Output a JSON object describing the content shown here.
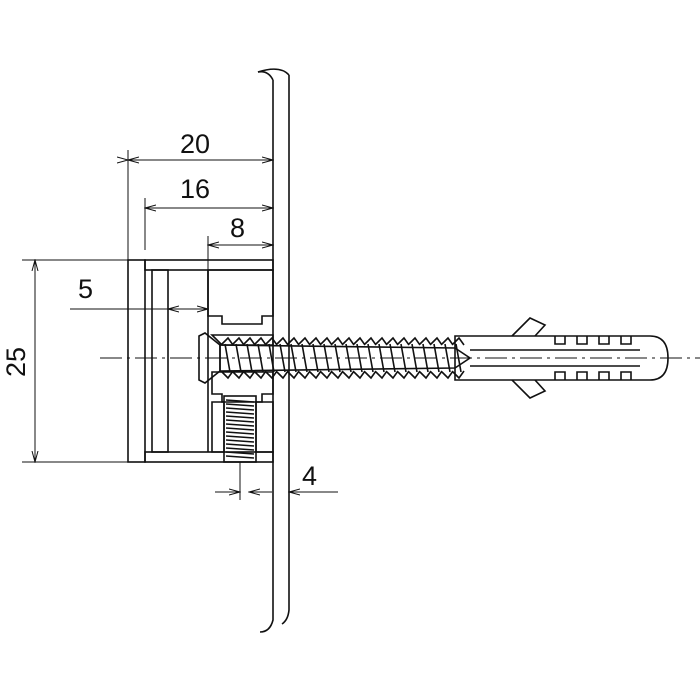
{
  "dimensions": {
    "total_depth": "20",
    "inner_depth": "16",
    "mount_depth": "8",
    "gap": "5",
    "height": "25",
    "wall_offset": "4"
  },
  "units_note": ""
}
